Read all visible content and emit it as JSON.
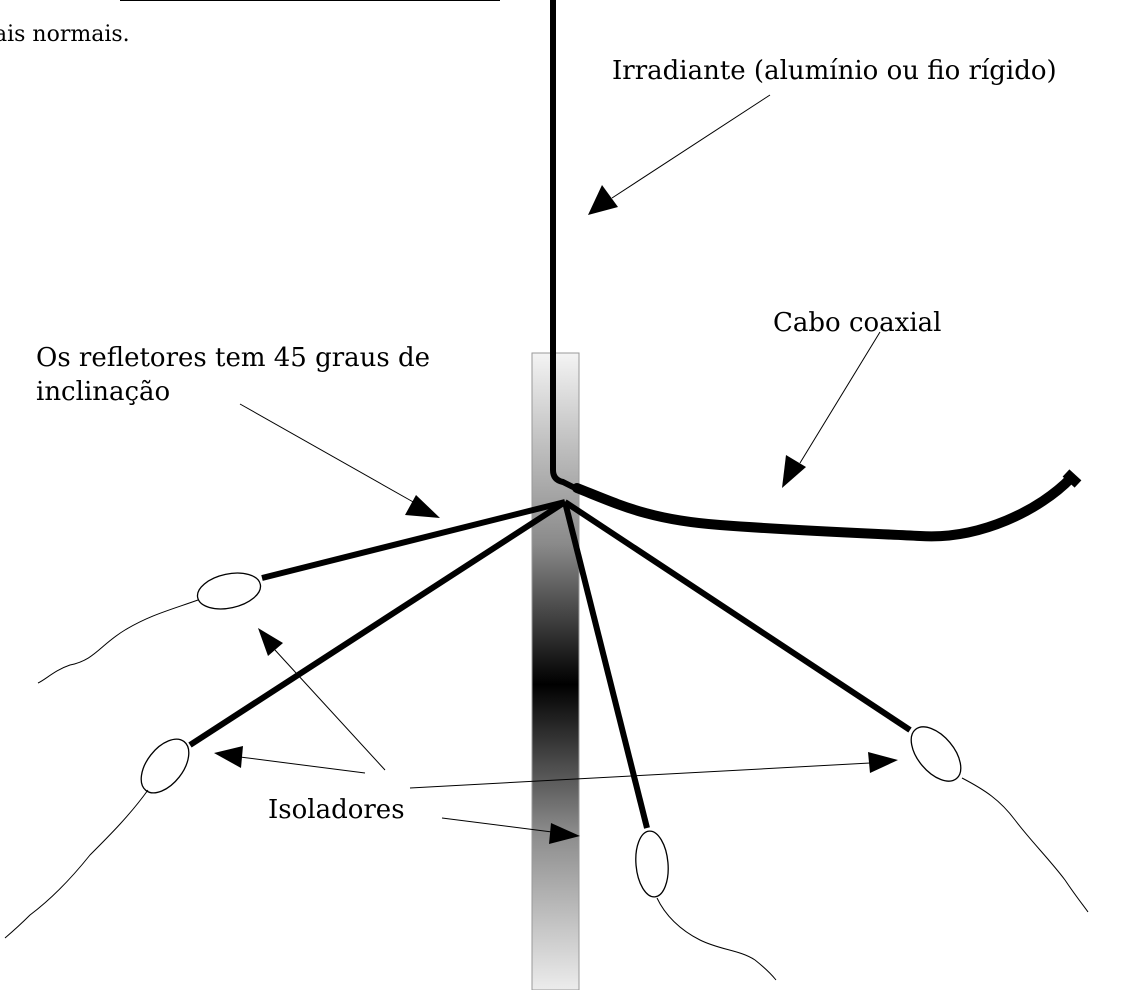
{
  "header": {
    "fragment": "ais normais."
  },
  "labels": {
    "radiator": "Irradiante (alumínio ou fio rígido)",
    "coax": "Cabo coaxial",
    "reflectors_line1": "Os refletores tem 45 graus de",
    "reflectors_line2": "inclinação",
    "insulators": "Isoladores"
  },
  "colors": {
    "ink": "#000000",
    "background": "#ffffff",
    "mast_light": "#f0f0f0",
    "mast_dark": "#000000"
  }
}
